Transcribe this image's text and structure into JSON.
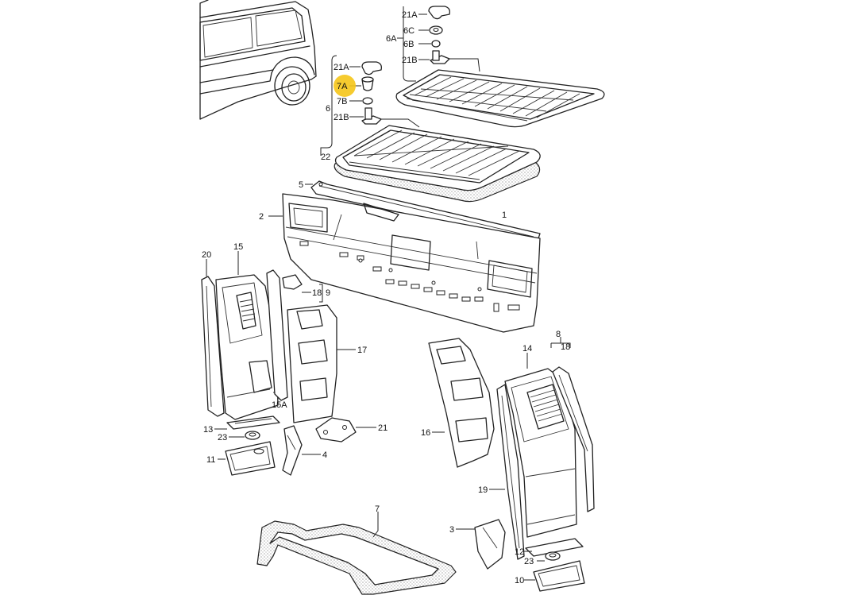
{
  "highlight_color": "#f5c518",
  "highlighted_callout": "7A",
  "callouts": {
    "c21A_top": "21A",
    "c6C": "6C",
    "c6A": "6A",
    "c6B": "6B",
    "c21B_top": "21B",
    "c21A_mid": "21A",
    "c7A": "7A",
    "c7B": "7B",
    "c6": "6",
    "c21B_mid": "21B",
    "c22": "22",
    "c5": "5",
    "c1": "1",
    "c2": "2",
    "c20": "20",
    "c15": "15",
    "c18_left": "18",
    "c9": "9",
    "c17": "17",
    "c15A": "15A",
    "c13": "13",
    "c23_left": "23",
    "c21": "21",
    "c11": "11",
    "c4": "4",
    "c8": "8",
    "c18_right": "18",
    "c14": "14",
    "c16": "16",
    "c19": "19",
    "c7": "7",
    "c3": "3",
    "c12": "12",
    "c23_right": "23",
    "c10": "10"
  }
}
